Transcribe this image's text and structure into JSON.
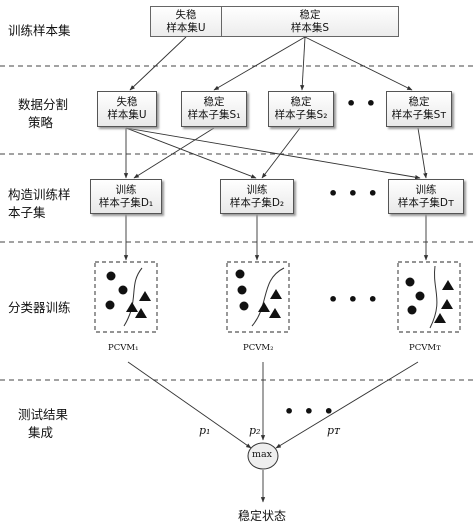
{
  "stages": {
    "training_set": "训练样本集",
    "partition_l1": "数据分割",
    "partition_l2": "策略",
    "construct_l1": "构造训练样",
    "construct_l2": "本子集",
    "classifier": "分类器训练",
    "integration_l1": "测试结果",
    "integration_l2": "集成"
  },
  "top_boxes": {
    "unstable_l1": "失稳",
    "unstable_l2": "样本集U",
    "stable_l1": "稳定",
    "stable_l2": "样本集S"
  },
  "partition_boxes": [
    {
      "l1": "失稳",
      "l2": "样本集U"
    },
    {
      "l1": "稳定",
      "l2": "样本子集S₁"
    },
    {
      "l1": "稳定",
      "l2": "样本子集S₂"
    },
    {
      "l1": "稳定",
      "l2": "样本子集Sᴛ"
    }
  ],
  "train_boxes": [
    {
      "l1": "训练",
      "l2": "样本子集D₁"
    },
    {
      "l1": "训练",
      "l2": "样本子集D₂"
    },
    {
      "l1": "训练",
      "l2": "样本子集Dᴛ"
    }
  ],
  "classifiers": [
    "PCVM₁",
    "PCVM₂",
    "PCVMᴛ"
  ],
  "probabilities": [
    "p₁",
    "p₂",
    "pᴛ"
  ],
  "ellipsis": "• • •",
  "max_label": "max",
  "output": "稳定状态"
}
